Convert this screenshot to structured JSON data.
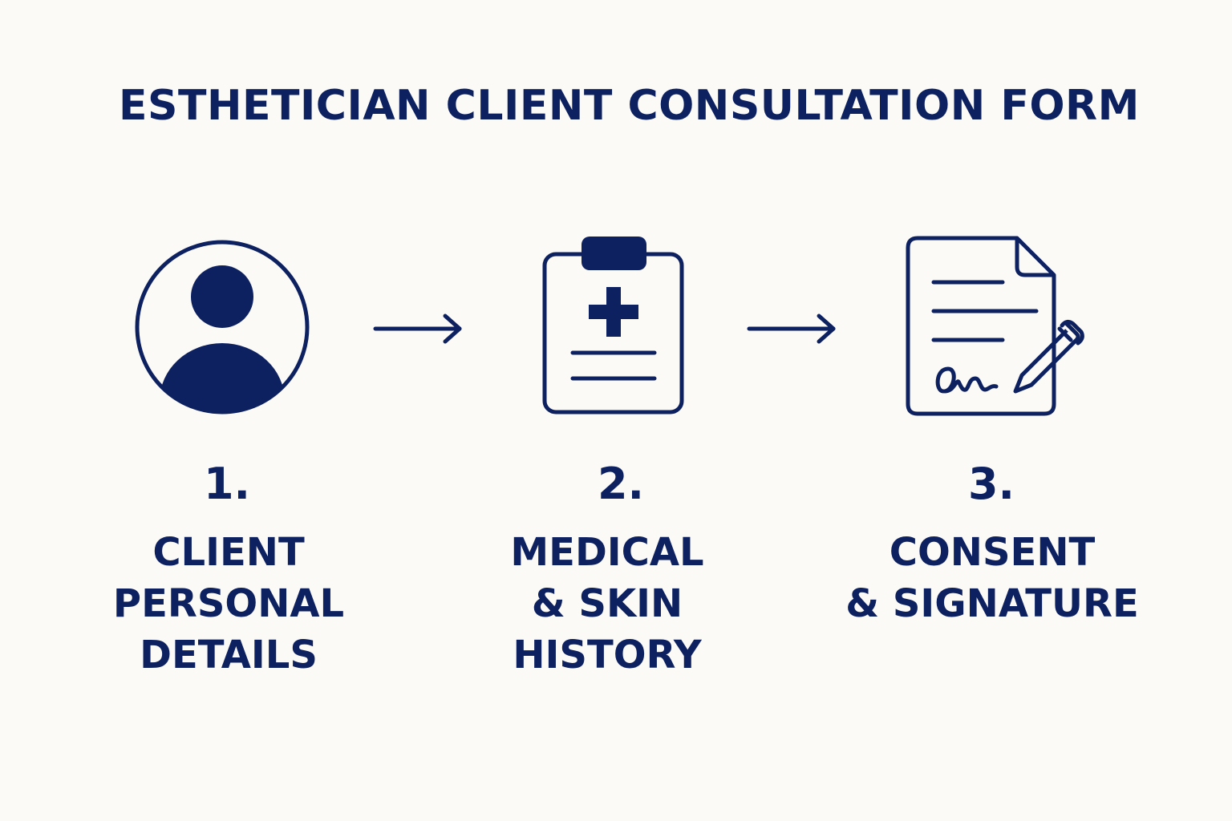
{
  "title": "ESTHETICIAN CLIENT CONSULTATION FORM",
  "colors": {
    "primary": "#0d2160",
    "background": "#fbfaf7"
  },
  "steps": [
    {
      "number": "1.",
      "label_lines": [
        "CLIENT",
        "PERSONAL",
        "DETAILS"
      ],
      "icon": "user-avatar-icon"
    },
    {
      "number": "2.",
      "label_lines": [
        "MEDICAL",
        "& SKIN",
        "HISTORY"
      ],
      "icon": "medical-clipboard-icon"
    },
    {
      "number": "3.",
      "label_lines": [
        "CONSENT",
        "& SIGNATURE"
      ],
      "icon": "signed-document-icon"
    }
  ],
  "connectors": [
    "arrow-right-icon",
    "arrow-right-icon"
  ]
}
